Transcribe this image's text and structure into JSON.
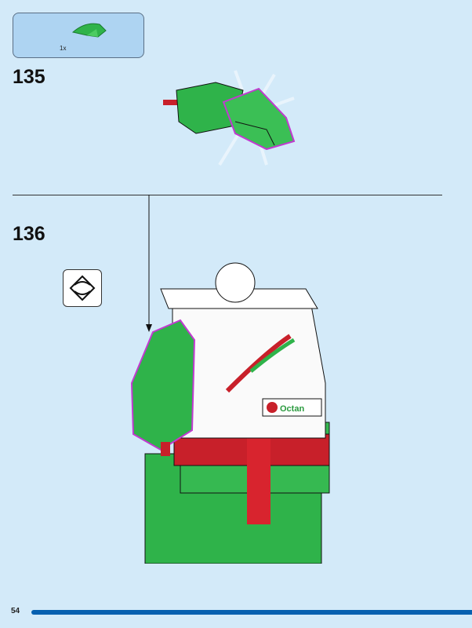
{
  "parts_callout": {
    "quantity": "1x"
  },
  "steps": [
    {
      "number": "135"
    },
    {
      "number": "136"
    }
  ],
  "model_logo_text": "Octan",
  "footer": {
    "page_number": "54"
  },
  "colors": {
    "background": "#d3eaf9",
    "brick_green": "#2fb34a",
    "footer_bar": "#0660b0",
    "highlight": "#c13ad0"
  }
}
